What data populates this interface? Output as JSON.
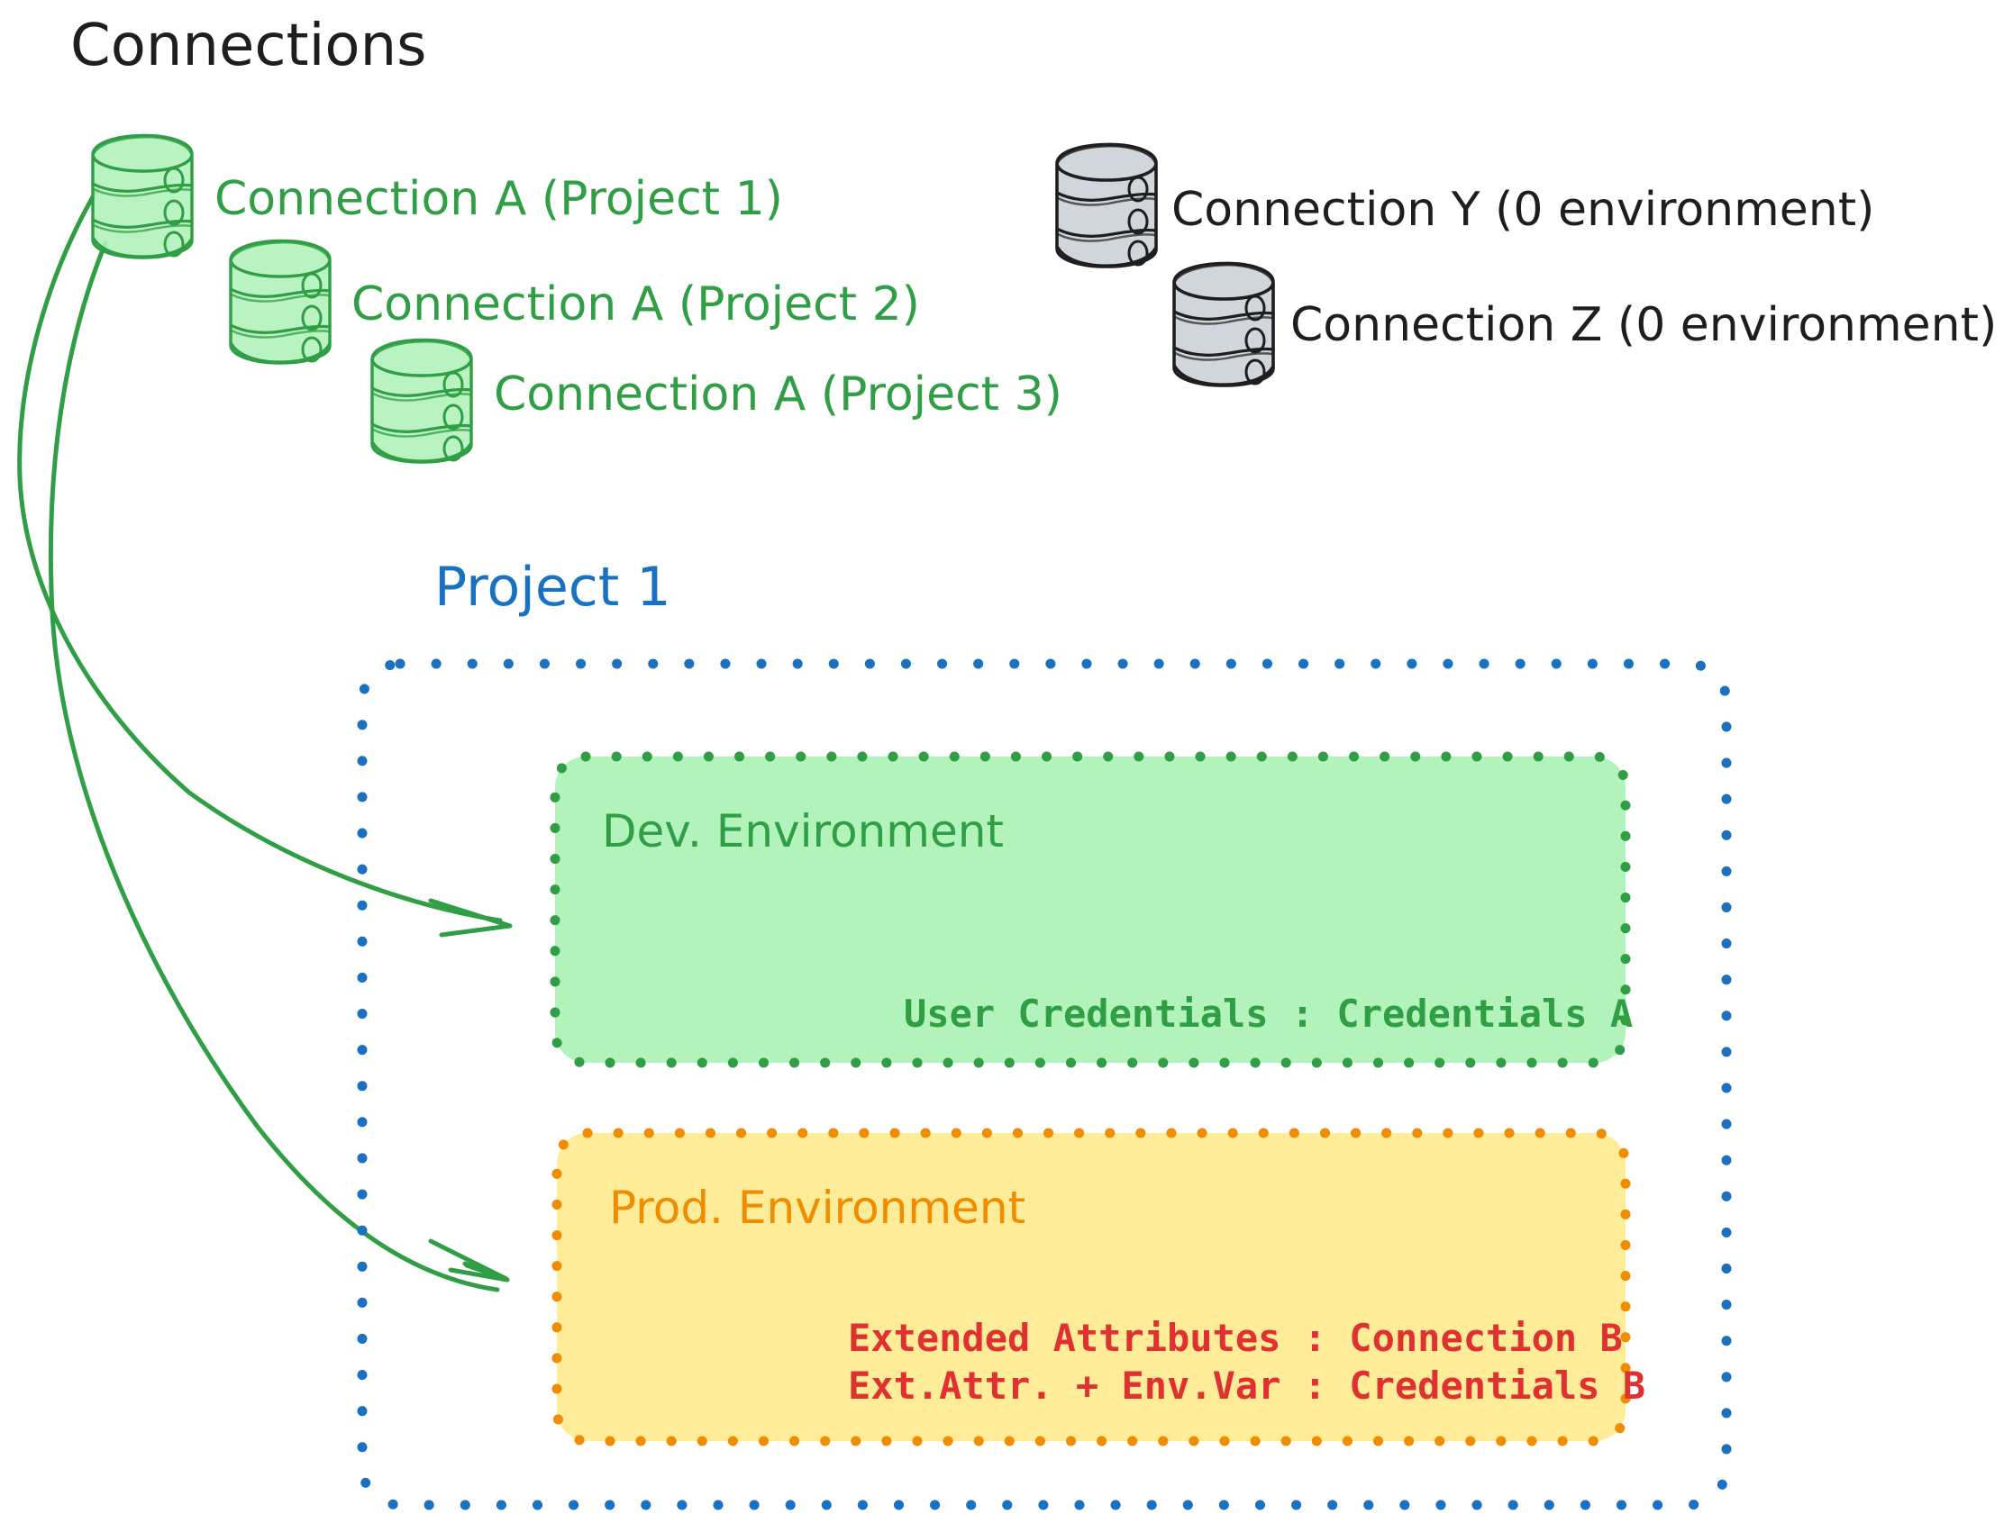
{
  "title": "Connections",
  "colors": {
    "black": "#1e1e1e",
    "green_stroke": "#2f9e44",
    "green_fill": "#b2f2bb",
    "green_text": "#2f9e44",
    "gray_stroke": "#1e1e1e",
    "gray_fill": "#ced4da",
    "blue": "#1971c2",
    "orange": "#f08c00",
    "orange_fill": "#ffec99",
    "red": "#e03131"
  },
  "connections": {
    "green_group": [
      {
        "icon": "database-icon",
        "label": "Connection A (Project 1)"
      },
      {
        "icon": "database-icon",
        "label": "Connection A (Project 2)"
      },
      {
        "icon": "database-icon",
        "label": "Connection A (Project 3)"
      }
    ],
    "gray_group": [
      {
        "icon": "database-icon",
        "label": "Connection Y (0 environment)"
      },
      {
        "icon": "database-icon",
        "label": "Connection Z (0 environment)"
      }
    ]
  },
  "project": {
    "label": "Project 1",
    "environments": [
      {
        "name": "Dev. Environment",
        "rows": [
          "User Credentials : Credentials A"
        ]
      },
      {
        "name": "Prod. Environment",
        "rows": [
          "Extended Attributes : Connection B",
          "Ext.Attr. + Env.Var : Credentials B"
        ]
      }
    ]
  },
  "arrows": [
    {
      "name": "arrow-connection-a-to-dev"
    },
    {
      "name": "arrow-connection-a-to-prod"
    }
  ]
}
